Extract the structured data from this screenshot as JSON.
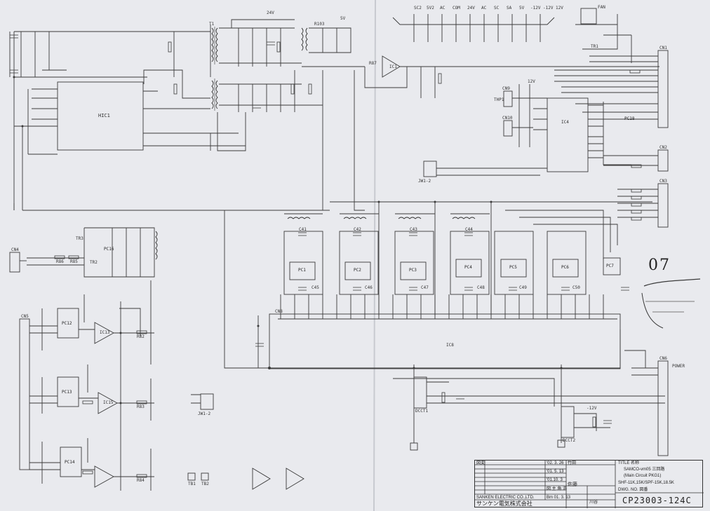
{
  "title_block": {
    "title_label": "TITLE 名称",
    "title_line1": "SAMCO-vm05 三回路",
    "title_line2": "(Main Circuit PKG1)",
    "title_line3": "SHF-11K,15K/SPF-15K,18.5K",
    "dwg_no_label": "DWG. NO. 図番",
    "dwg_no": "CP23003-124C",
    "company_en": "SANKEN ELECTRIC CO.,LTD.",
    "company_jp": "サンケン電気株式会社",
    "rev_date_1": "'02. 3. 26",
    "rev_date_2": "'01. 5. 13",
    "rev_date_3": "'01.10. 3",
    "sig_1": "竹田",
    "sig_2": "佐藤",
    "sig_3": "川谷",
    "rev_label": "図変",
    "approval": "図 主 角 浩",
    "scale_date": "Bm 01. 3. 13"
  },
  "handwritten": {
    "page_mark": "07"
  },
  "top_labels": [
    "SC2",
    "5V2",
    "AC",
    "COM",
    "24V",
    "AC",
    "SC",
    "SA",
    "5V",
    "-12V",
    "-12V",
    "12V"
  ],
  "connectors": {
    "cn1": "CN1",
    "cn2": "CN2",
    "cn3": "CN3",
    "cn4": "CN4",
    "cn5": "CN5",
    "cn6": "CN6",
    "cn8": "CN8",
    "cn9": "CN9",
    "cn10": "CN10"
  },
  "parts": {
    "ic1": "IC1",
    "ic4": "IC4",
    "ic8": "IC8",
    "ic13": "IC13",
    "ic15": "IC15",
    "hic1": "HIC1",
    "pc12": "PC12",
    "pc13": "PC13",
    "pc14": "PC14",
    "pc16": "PC16",
    "pc18": "PC18",
    "pc1": "PC1",
    "pc2": "PC2",
    "pc3": "PC3",
    "pc4": "PC4",
    "pc5": "PC5",
    "pc6": "PC6",
    "pc7": "PC7",
    "dcct1": "DCCT1",
    "dcct2": "DCCT2",
    "t1": "T1",
    "tb1": "TB1",
    "tb2": "TB2",
    "tr1": "TR1",
    "tr2": "TR2",
    "tr3": "TR3",
    "jw1": "JW1-2",
    "jw2": "JW1-2",
    "thp1": "THP1",
    "fan": "FAN",
    "power_lbl": "POWER",
    "r103": "R103",
    "r82": "R82",
    "r83": "R83",
    "r84": "R84",
    "r85": "R85",
    "r86": "R86",
    "r87": "R87",
    "c41": "C41",
    "c42": "C42",
    "c43": "C43",
    "c44": "C44",
    "c45": "C45",
    "c46": "C46",
    "c47": "C47",
    "c48": "C48",
    "c49": "C49",
    "c50": "C50",
    "v24": "24V",
    "v5": "5V",
    "v12": "12V",
    "v12n": "-12V"
  }
}
